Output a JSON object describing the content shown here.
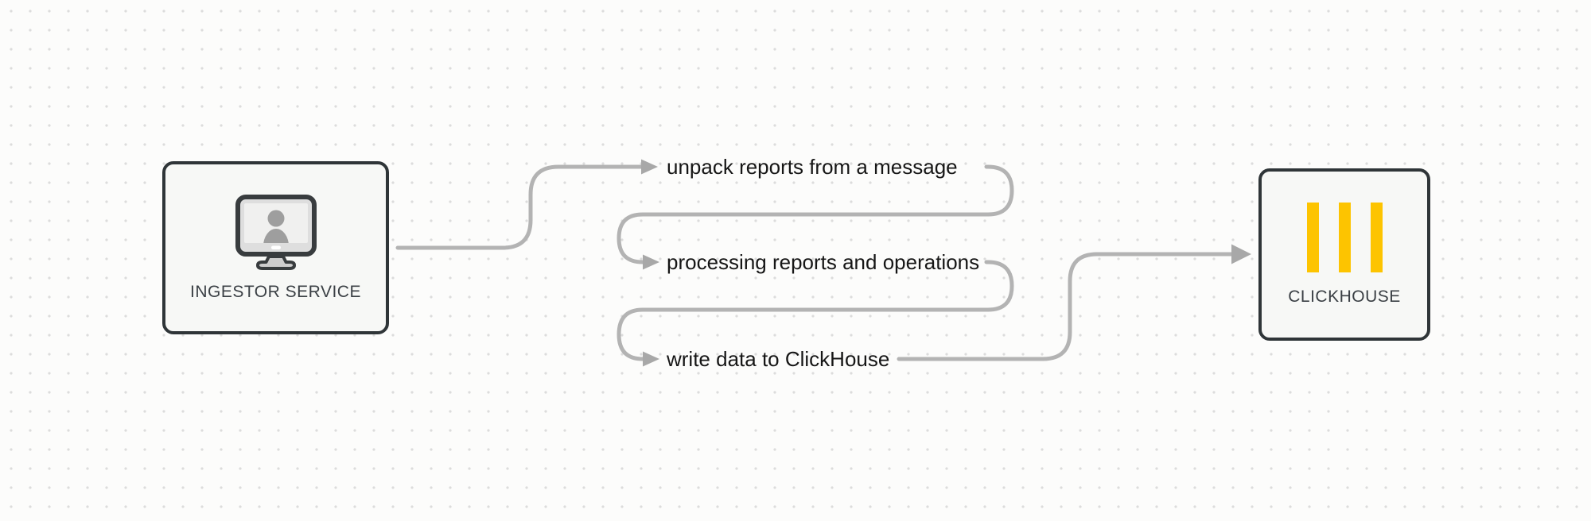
{
  "diagram": {
    "nodes": [
      {
        "id": "ingestor",
        "label": "INGESTOR SERVICE",
        "icon": "monitor-user-icon"
      },
      {
        "id": "clickhouse",
        "label": "CLICKHOUSE",
        "icon": "clickhouse-bars-icon"
      }
    ],
    "steps": [
      {
        "label": "unpack reports from a message"
      },
      {
        "label": "processing reports and operations"
      },
      {
        "label": "write data to ClickHouse"
      }
    ],
    "icons": {
      "flow": "arrow-right-icon",
      "ingestor": "monitor-user-icon",
      "clickhouse": "clickhouse-bars-icon"
    },
    "colors": {
      "background": "#fcfcfb",
      "grid_dot": "#dcdcdc",
      "connector": "#b3b3b3",
      "arrowhead": "#a8a8a8",
      "node_border": "#2f3538",
      "node_fill": "#f7f8f6",
      "node_label": "#3b4045",
      "step_text": "#161616",
      "clickhouse_yellow": "#fdc400",
      "icon_dark": "#383c3e",
      "icon_gray": "#9e9e9e",
      "icon_light": "#cdcdcd",
      "frame_fill": "#dedede",
      "screen_fill": "#f0f0ef"
    }
  }
}
